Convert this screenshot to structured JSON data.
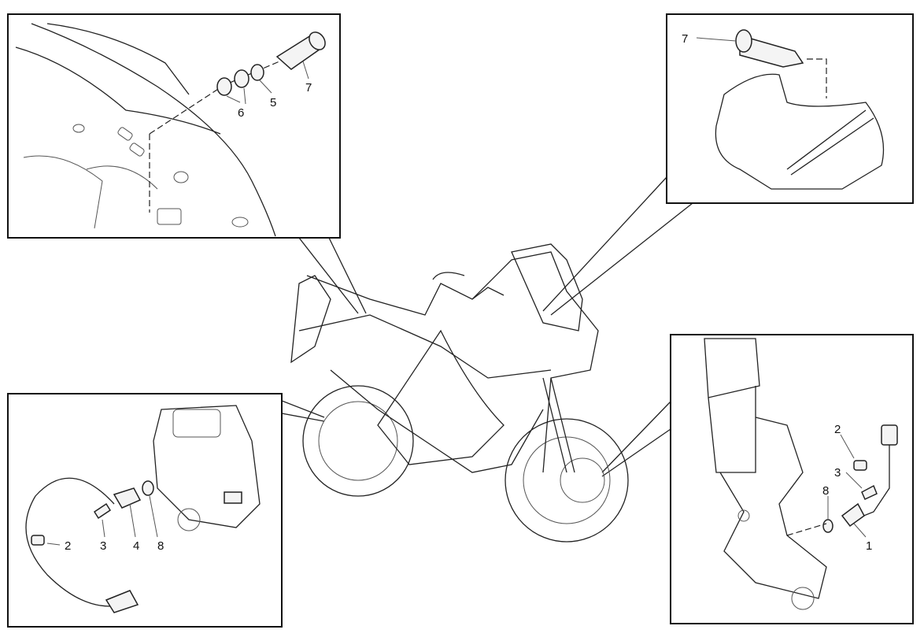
{
  "diagram": {
    "panels": [
      {
        "name": "top-left",
        "callouts": [
          "7",
          "6",
          "5"
        ]
      },
      {
        "name": "top-right",
        "callouts": [
          "7"
        ]
      },
      {
        "name": "bottom-left",
        "callouts": [
          "2",
          "3",
          "4",
          "8"
        ]
      },
      {
        "name": "bottom-right",
        "callouts": [
          "2",
          "3",
          "8",
          "1"
        ]
      }
    ]
  }
}
